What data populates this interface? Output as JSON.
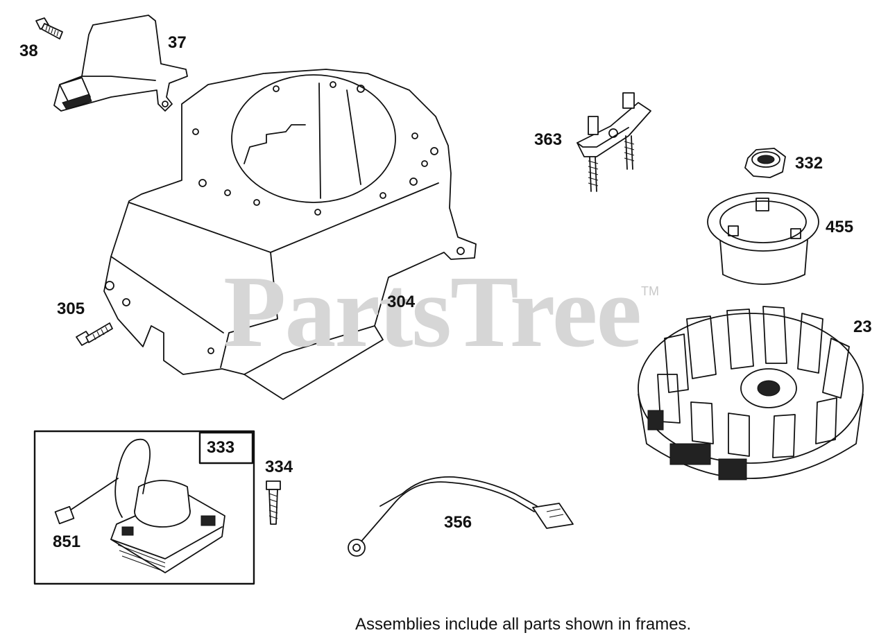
{
  "watermark": {
    "text": "PartsTree",
    "trademark": "TM"
  },
  "callouts": {
    "c38": "38",
    "c37": "37",
    "c363": "363",
    "c332": "332",
    "c455": "455",
    "c305": "305",
    "c304": "304",
    "c23": "23",
    "c333": "333",
    "c334": "334",
    "c851": "851",
    "c356": "356"
  },
  "caption": "Assemblies include all parts shown in frames.",
  "colors": {
    "line": "#111111",
    "watermark": "#d6d6d6",
    "background": "#ffffff"
  }
}
